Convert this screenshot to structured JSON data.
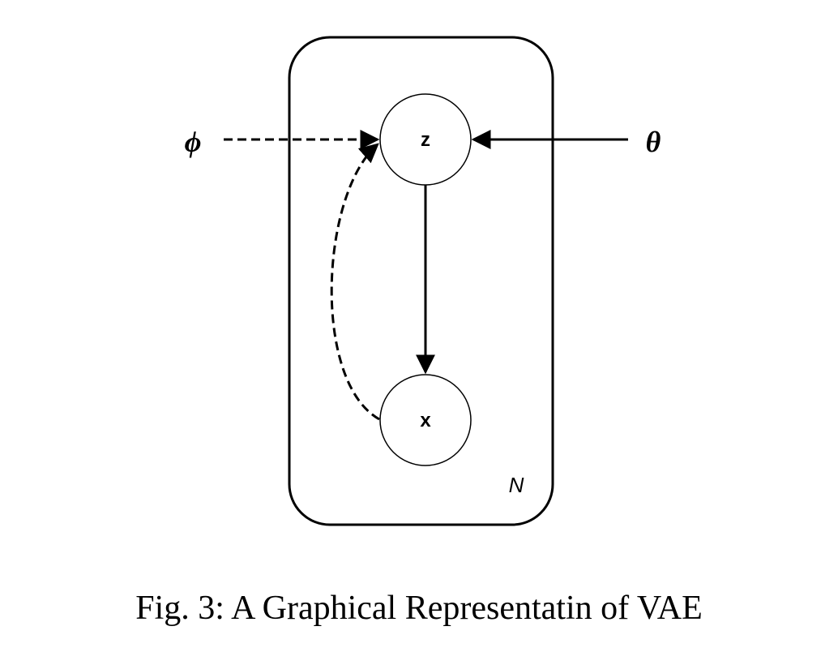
{
  "diagram": {
    "nodes": {
      "z": "z",
      "x": "x"
    },
    "params": {
      "phi": "ϕ",
      "theta": "θ"
    },
    "plate_label": "N",
    "edges": [
      {
        "from": "phi",
        "to": "z",
        "style": "dashed"
      },
      {
        "from": "theta",
        "to": "z",
        "style": "solid"
      },
      {
        "from": "z",
        "to": "x",
        "style": "solid"
      },
      {
        "from": "x",
        "to": "z",
        "style": "dashed-curved"
      }
    ]
  },
  "caption": "Fig. 3: A Graphical Representatin of VAE"
}
